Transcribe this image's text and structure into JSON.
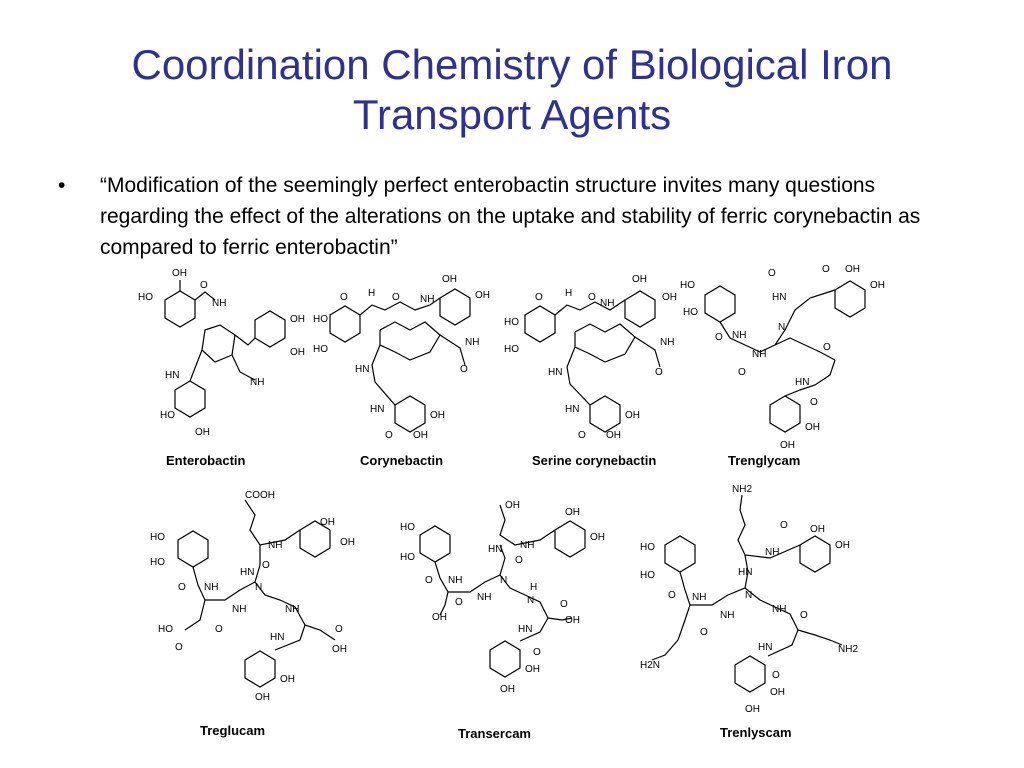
{
  "slide": {
    "title_line1": "Coordination Chemistry of Biological Iron",
    "title_line2": "Transport Agents",
    "bullet_symbol": "•",
    "bullet_text": "“Modification of the seemingly perfect enterobactin structure invites many questions regarding the effect of the alterations on the uptake and stability of ferric corynebactin as compared to ferric enterobactin”"
  },
  "figure": {
    "captions": [
      "Enterobactin",
      "Corynebactin",
      "Serine corynebactin",
      "Trenglycam",
      "Treglucam",
      "Transercam",
      "Trenlyscam"
    ],
    "atom_labels": {
      "oh": "OH",
      "ho": "HO",
      "hn": "HN",
      "nh": "NH",
      "o": "O",
      "n": "N",
      "h": "H",
      "cooh": "COOH",
      "nh2": "NH2",
      "h2n": "H2N",
      "ho_acid": "HO"
    }
  }
}
